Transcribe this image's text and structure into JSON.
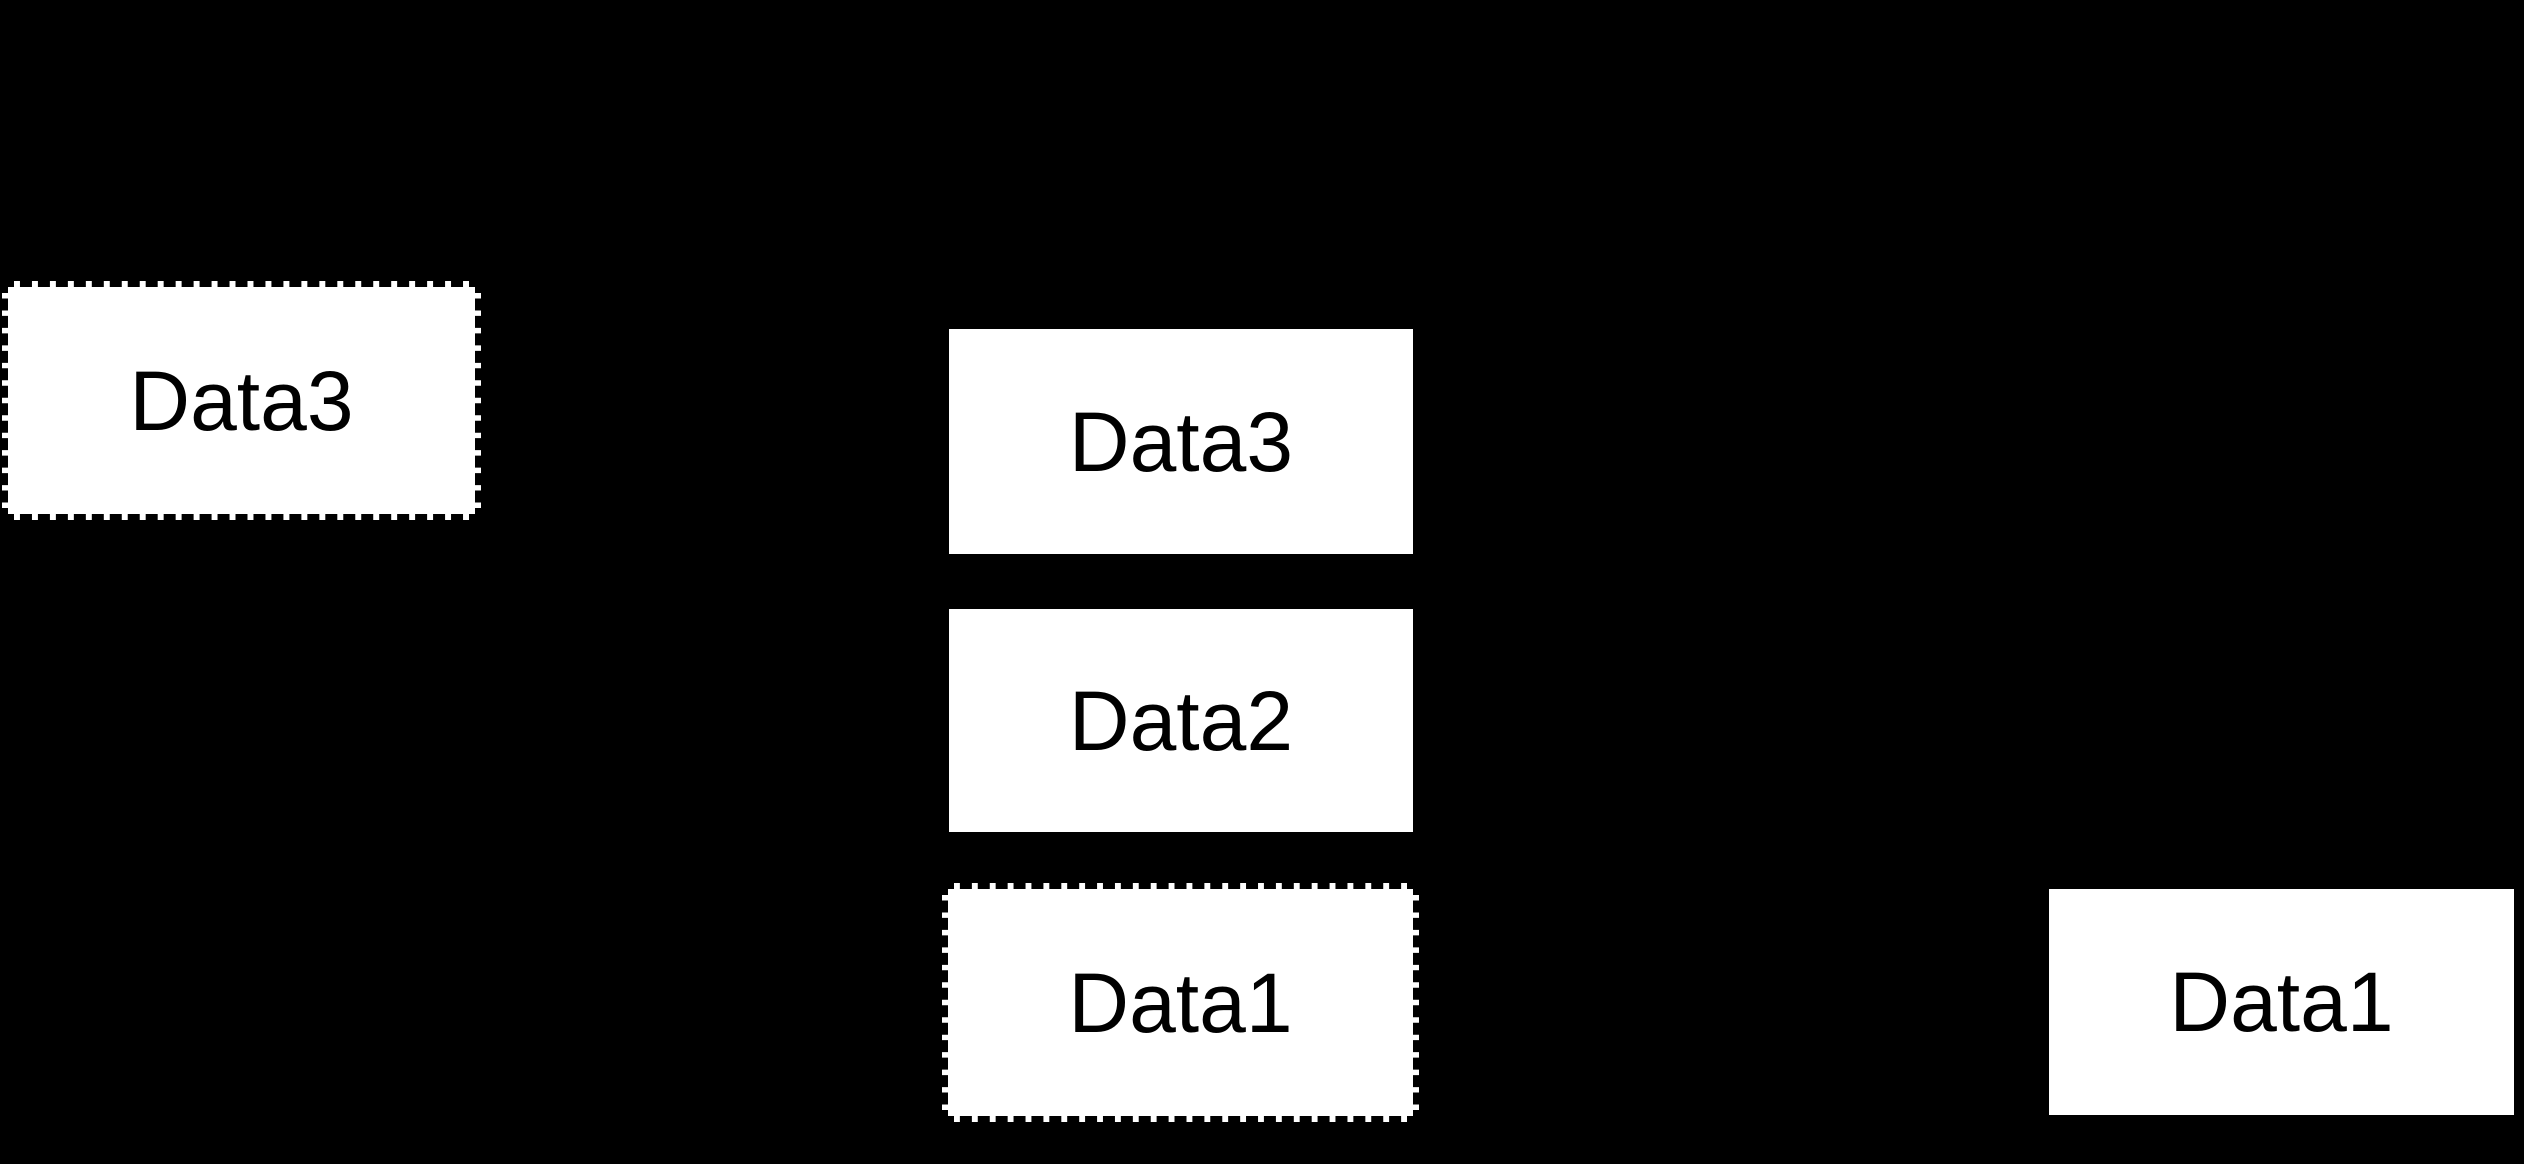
{
  "diagram": {
    "background_color": "#000000",
    "node_fill_color": "#ffffff",
    "node_text_color": "#000000",
    "node_border_color": "#000000",
    "nodes": [
      {
        "label": "Data3",
        "border_style": "dashed",
        "position": "upper-left"
      },
      {
        "label": "Data3",
        "border_style": "solid",
        "position": "center-stack-top"
      },
      {
        "label": "Data2",
        "border_style": "solid",
        "position": "center-stack-middle"
      },
      {
        "label": "Data1",
        "border_style": "dashed",
        "position": "center-stack-bottom"
      },
      {
        "label": "Data1",
        "border_style": "solid",
        "position": "lower-right"
      }
    ]
  }
}
